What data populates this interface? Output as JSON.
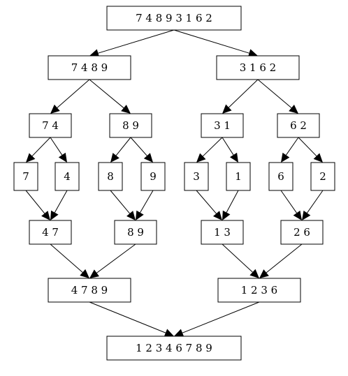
{
  "diagram": {
    "levels": [
      [
        "7 4 8 9 3 1 6 2"
      ],
      [
        "7 4 8 9",
        "3 1 6 2"
      ],
      [
        "7 4",
        "8 9",
        "3 1",
        "6 2"
      ],
      [
        "7",
        "4",
        "8",
        "9",
        "3",
        "1",
        "6",
        "2"
      ],
      [
        "4 7",
        "8 9",
        "1 3",
        "2 6"
      ],
      [
        "4 7 8 9",
        "1 2 3 6"
      ],
      [
        "1 2 3 4 6 7 8 9"
      ]
    ],
    "edges": [
      [
        0,
        0,
        1,
        0
      ],
      [
        0,
        0,
        1,
        1
      ],
      [
        1,
        0,
        2,
        0
      ],
      [
        1,
        0,
        2,
        1
      ],
      [
        1,
        1,
        2,
        2
      ],
      [
        1,
        1,
        2,
        3
      ],
      [
        2,
        0,
        3,
        0
      ],
      [
        2,
        0,
        3,
        1
      ],
      [
        2,
        1,
        3,
        2
      ],
      [
        2,
        1,
        3,
        3
      ],
      [
        2,
        2,
        3,
        4
      ],
      [
        2,
        2,
        3,
        5
      ],
      [
        2,
        3,
        3,
        6
      ],
      [
        2,
        3,
        3,
        7
      ],
      [
        3,
        0,
        4,
        0
      ],
      [
        3,
        1,
        4,
        0
      ],
      [
        3,
        2,
        4,
        1
      ],
      [
        3,
        3,
        4,
        1
      ],
      [
        3,
        4,
        4,
        2
      ],
      [
        3,
        5,
        4,
        2
      ],
      [
        3,
        6,
        4,
        3
      ],
      [
        3,
        7,
        4,
        3
      ],
      [
        4,
        0,
        5,
        0
      ],
      [
        4,
        1,
        5,
        0
      ],
      [
        4,
        2,
        5,
        1
      ],
      [
        4,
        3,
        5,
        1
      ],
      [
        5,
        0,
        6,
        0
      ],
      [
        5,
        1,
        6,
        0
      ]
    ],
    "colors": {
      "line": "#000000",
      "box_fill": "#ffffff",
      "background": "#ffffff"
    }
  }
}
